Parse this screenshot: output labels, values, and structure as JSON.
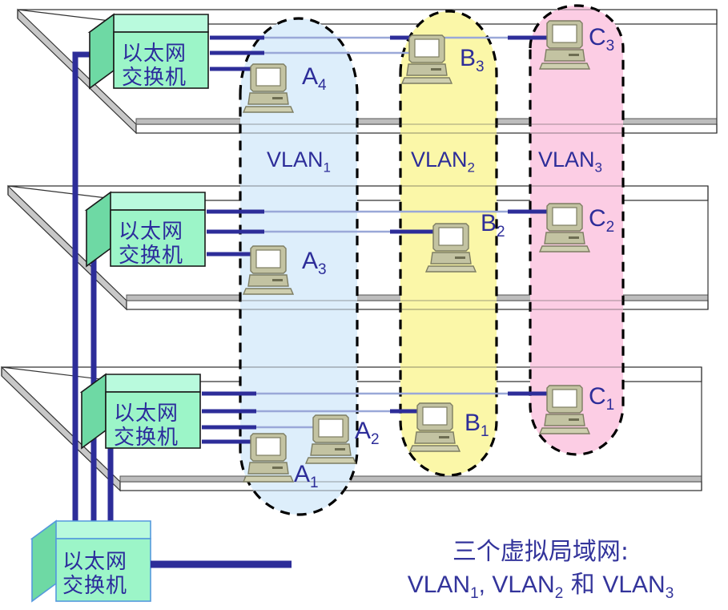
{
  "diagram": {
    "title_caption_line1": "三个虚拟局域网:",
    "caption_line2_parts": {
      "v1": "VLAN",
      "v1sub": "1",
      "comma": ", ",
      "v2": "VLAN",
      "v2sub": "2",
      "he": " 和 ",
      "v3": "VLAN",
      "v3sub": "3"
    }
  },
  "switches": [
    {
      "id": "switch-floor3",
      "label_line1": "以太网",
      "label_line2": "交换机"
    },
    {
      "id": "switch-floor2",
      "label_line1": "以太网",
      "label_line2": "交换机"
    },
    {
      "id": "switch-floor1",
      "label_line1": "以太网",
      "label_line2": "交换机"
    },
    {
      "id": "switch-backbone",
      "label_line1": "以太网",
      "label_line2": "交换机"
    }
  ],
  "vlans": [
    {
      "name": "VLAN",
      "sub": "1",
      "color": "#ddeefb",
      "border": "#000000"
    },
    {
      "name": "VLAN",
      "sub": "2",
      "color": "#fbf7a8",
      "border": "#000000"
    },
    {
      "name": "VLAN",
      "sub": "3",
      "color": "#fccde4",
      "border": "#000000"
    }
  ],
  "hosts": [
    {
      "name": "A",
      "sub": "4",
      "vlan": "VLAN1",
      "floor": 3
    },
    {
      "name": "B",
      "sub": "3",
      "vlan": "VLAN2",
      "floor": 3
    },
    {
      "name": "C",
      "sub": "3",
      "vlan": "VLAN3",
      "floor": 3
    },
    {
      "name": "A",
      "sub": "3",
      "vlan": "VLAN1",
      "floor": 2
    },
    {
      "name": "B",
      "sub": "2",
      "vlan": "VLAN2",
      "floor": 2
    },
    {
      "name": "C",
      "sub": "2",
      "vlan": "VLAN3",
      "floor": 2
    },
    {
      "name": "A",
      "sub": "1",
      "vlan": "VLAN1",
      "floor": 1
    },
    {
      "name": "A",
      "sub": "2",
      "vlan": "VLAN1",
      "floor": 1
    },
    {
      "name": "B",
      "sub": "1",
      "vlan": "VLAN2",
      "floor": 1
    },
    {
      "name": "C",
      "sub": "1",
      "vlan": "VLAN3",
      "floor": 1
    }
  ],
  "colors": {
    "cable": "#2d2d99",
    "switch_front": "#9cf5c8",
    "switch_top": "#b9fadd",
    "switch_side": "#6ed9a4",
    "floor_slab": "#c8c8c8",
    "text": "#2d2d99",
    "vlan1": "#ddeefb",
    "vlan2": "#fbf7a8",
    "vlan3": "#fccde4"
  }
}
